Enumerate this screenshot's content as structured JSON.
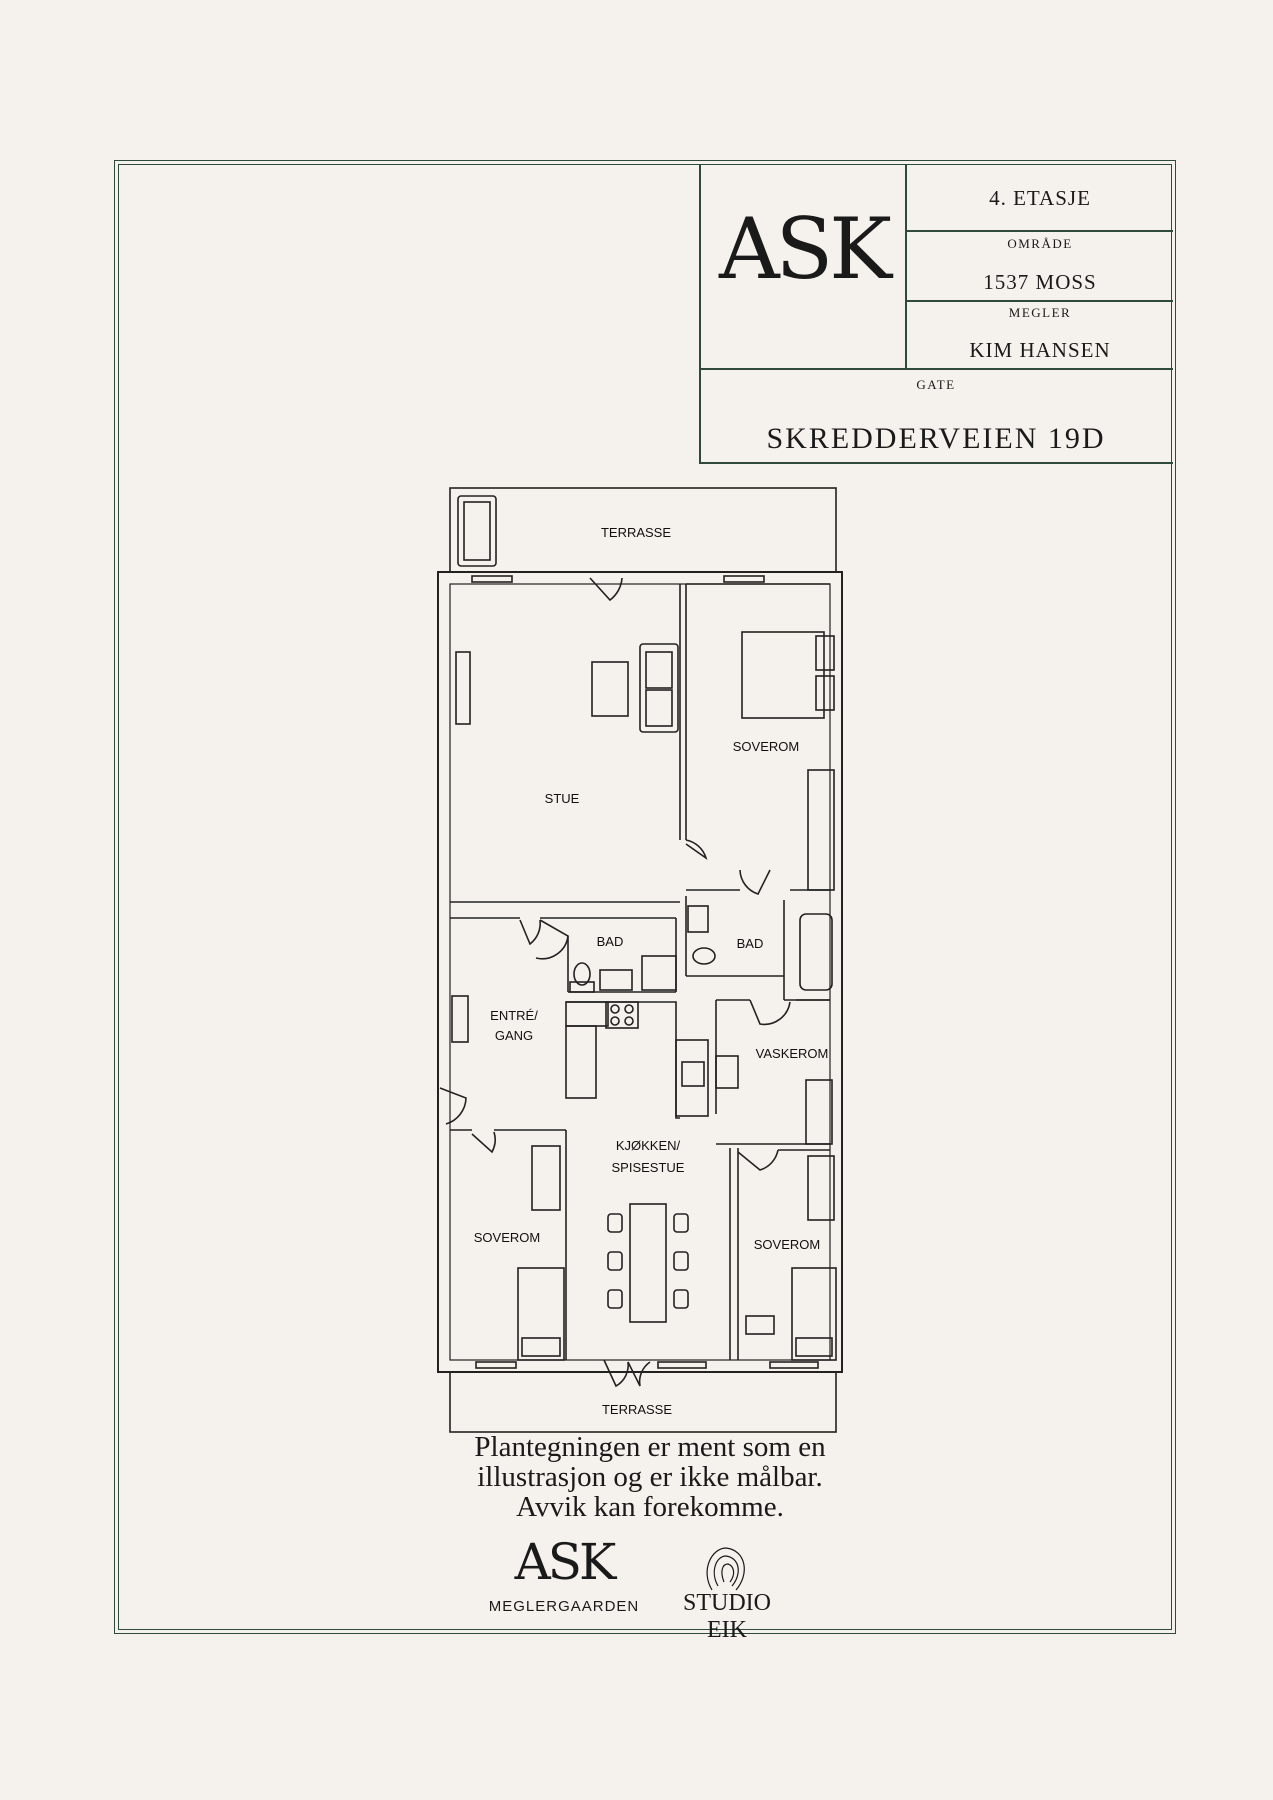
{
  "title_block": {
    "floor": "4. ETASJE",
    "area_label": "OMRÅDE",
    "area_value": "1537 MOSS",
    "agent_label": "MEGLER",
    "agent_value": "KIM HANSEN",
    "street_label": "GATE",
    "street_value": "SKREDDERVEIEN 19D",
    "logo": "ASK"
  },
  "rooms": {
    "terrace_top": "TERRASSE",
    "living": "STUE",
    "bedroom_top": "SOVEROM",
    "bath_left": "BAD",
    "bath_right": "BAD",
    "hall_line1": "ENTRÉ/",
    "hall_line2": "GANG",
    "laundry": "VASKEROM",
    "kitchen_line1": "KJØKKEN/",
    "kitchen_line2": "SPISESTUE",
    "bedroom_left": "SOVEROM",
    "bedroom_right": "SOVEROM",
    "terrace_bottom": "TERRASSE"
  },
  "disclaimer": {
    "line1": "Plantegningen er ment som en",
    "line2": "illustrasjon og er ikke målbar.",
    "line3": "Avvik kan forekomme."
  },
  "footer": {
    "brand1_logo": "ASK",
    "brand1_name": "MEGLERGAARDEN",
    "brand2_name": "STUDIO EIK"
  },
  "colors": {
    "frame": "#2f4a3a",
    "background": "#f5f1ec",
    "ink": "#1a1a1a"
  }
}
